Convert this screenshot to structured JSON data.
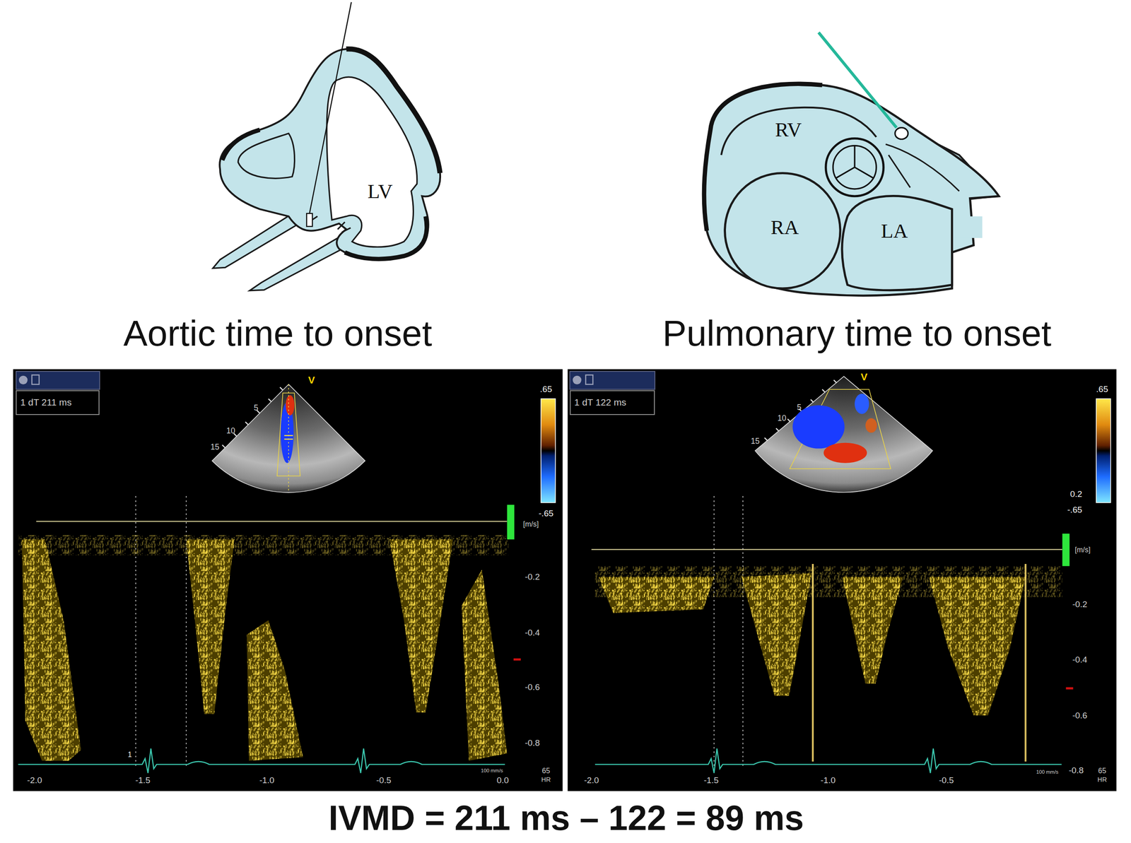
{
  "diagram": {
    "caption": "IVMD = 211 ms – 122 = 89 ms",
    "nodes": [
      {
        "text": [
          "1 dT 211 ms"
        ]
      },
      {
        "text": [
          "1 dT 122 ms"
        ]
      }
    ],
    "labels": [
      "Aortic time to onset",
      "Pulmonary time to onset",
      "LV",
      "RV",
      "RA",
      "LA",
      "V",
      "5",
      "10",
      "15",
      ".65",
      "-.65",
      "[m/s]",
      "-0.2",
      "-0.4",
      "-0.6",
      "-0.8",
      "65",
      "HR",
      "-2.0",
      "-1.5",
      "-1.0",
      "-0.5",
      "0.0",
      "100 mm/s",
      "1",
      "V",
      "5",
      "10",
      "15",
      ".65",
      "0.2",
      "-.65",
      "[m/s]",
      "-0.2",
      "-0.4",
      "-0.6",
      "-0.8",
      "65",
      "HR",
      "-2.0",
      "-1.5",
      "-1.0",
      "-0.5",
      "100 mm/s"
    ]
  }
}
